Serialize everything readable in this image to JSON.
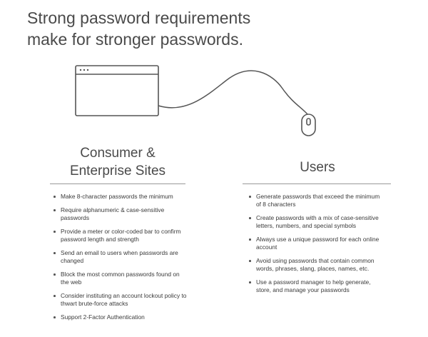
{
  "headline": {
    "line1": "Strong password requirements",
    "line2": "make for stronger passwords."
  },
  "left_column": {
    "title_line1": "Consumer &",
    "title_line2": "Enterprise Sites",
    "items": [
      "Make 8-character passwords the minimum",
      "Require alphanumeric & case-sensitive passwords",
      "Provide a meter or color-coded bar to confirm password length and strength",
      "Send an email to users when passwords are changed",
      "Block the most common passwords found on the web",
      "Consider instituting an account lockout policy to thwart brute-force attacks",
      "Support 2-Factor Authentication"
    ]
  },
  "right_column": {
    "title": "Users",
    "items": [
      "Generate passwords that exceed the minimum of 8 characters",
      "Create passwords with a mix of case-sensitive letters, numbers, and special symbols",
      "Always use a unique password for each online account",
      "Avoid using passwords that contain common words, phrases, slang, places, names, etc.",
      "Use a password manager to help generate, store, and manage your passwords"
    ]
  },
  "colors": {
    "stroke": "#555555",
    "text": "#3a3a3a"
  },
  "icons": [
    "browser-window-icon",
    "mouse-icon",
    "mouse-cable"
  ]
}
